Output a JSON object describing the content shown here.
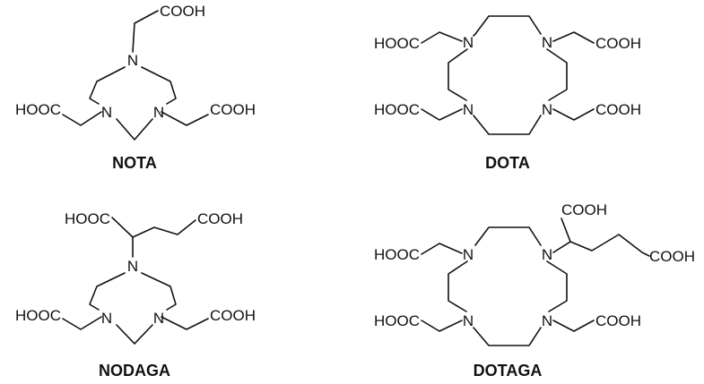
{
  "atom_label": "N",
  "acid_right": "COOH",
  "acid_left": "HOOC",
  "structures": [
    {
      "name": "NOTA"
    },
    {
      "name": "DOTA"
    },
    {
      "name": "NODAGA"
    },
    {
      "name": "DOTAGA"
    }
  ]
}
